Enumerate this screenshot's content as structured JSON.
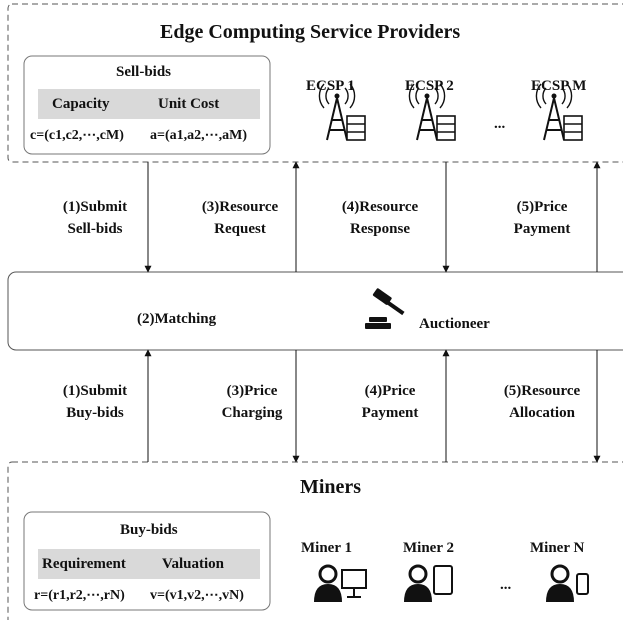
{
  "providers": {
    "title": "Edge Computing Service Providers",
    "sell_bids": {
      "title": "Sell-bids",
      "col1": "Capacity",
      "col2": "Unit Cost",
      "formula1": "c=(c1,c2,⋯,cM)",
      "formula2": "a=(a1,a2,⋯,aM)"
    },
    "nodes": [
      "ECSP 1",
      "ECSP 2",
      "ECSP M"
    ],
    "ellipsis": "..."
  },
  "flows_top": [
    {
      "line1": "(1)Submit",
      "line2": "Sell-bids"
    },
    {
      "line1": "(3)Resource",
      "line2": "Request"
    },
    {
      "line1": "(4)Resource",
      "line2": "Response"
    },
    {
      "line1": "(5)Price",
      "line2": "Payment"
    }
  ],
  "auctioneer": {
    "matching": "(2)Matching",
    "label": "Auctioneer"
  },
  "flows_bottom": [
    {
      "line1": "(1)Submit",
      "line2": "Buy-bids"
    },
    {
      "line1": "(3)Price",
      "line2": "Charging"
    },
    {
      "line1": "(4)Price",
      "line2": "Payment"
    },
    {
      "line1": "(5)Resource",
      "line2": "Allocation"
    }
  ],
  "miners": {
    "title": "Miners",
    "buy_bids": {
      "title": "Buy-bids",
      "col1": "Requirement",
      "col2": "Valuation",
      "formula1": "r=(r1,r2,⋯,rN)",
      "formula2": "v=(v1,v2,⋯,vN)"
    },
    "nodes": [
      "Miner 1",
      "Miner 2",
      "Miner N"
    ],
    "ellipsis": "..."
  }
}
